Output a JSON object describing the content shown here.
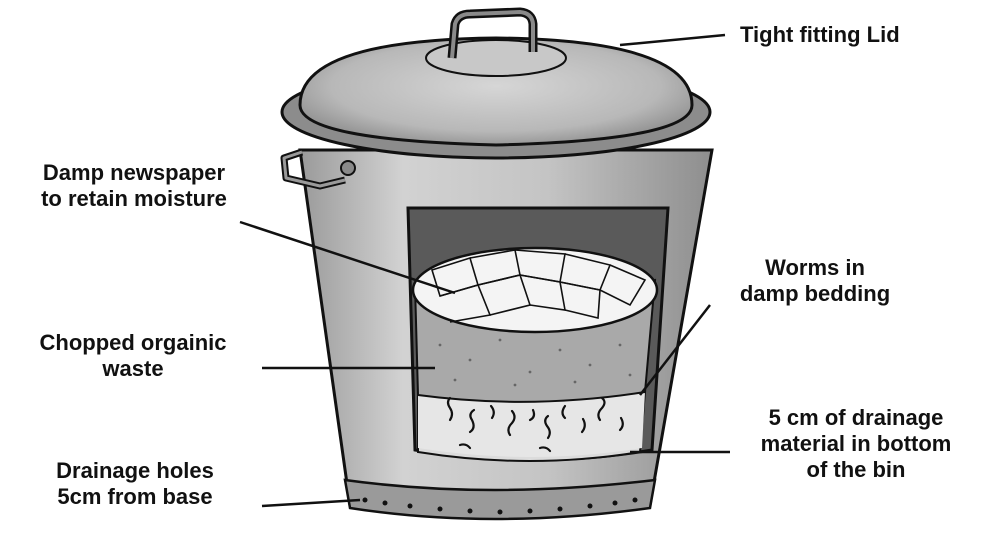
{
  "labels": {
    "lid": "Tight fitting Lid",
    "newspaper_1": "Damp newspaper",
    "newspaper_2": "to retain moisture",
    "worms_1": "Worms in",
    "worms_2": "damp bedding",
    "waste_1": "Chopped orgainic",
    "waste_2": "waste",
    "drainage_mat_1": "5 cm of drainage",
    "drainage_mat_2": "material in bottom",
    "drainage_mat_3": "of the bin",
    "holes_1": "Drainage holes",
    "holes_2": "5cm from base"
  },
  "colors": {
    "ink": "#111111",
    "metal": "#bdbdbd",
    "metal_dark": "#8a8a8a",
    "paper": "#f4f4f4",
    "compost": "#a9a9a9",
    "drainage": "#dcdcdc"
  }
}
